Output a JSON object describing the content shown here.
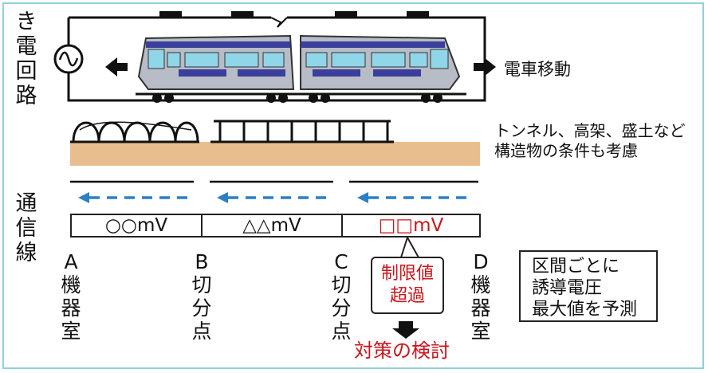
{
  "labels": {
    "circuit": "き電回路",
    "motion": "電車移動",
    "structures": [
      "トンネル、高架、盛土など",
      "構造物の条件も考慮"
    ],
    "comm_line": "通信線",
    "voltages": [
      "○○mV",
      "△△mV",
      "□□mV"
    ],
    "tap_a": [
      "A",
      "機",
      "器",
      "室"
    ],
    "tap_b": [
      "B",
      "切",
      "分",
      "点"
    ],
    "tap_c": [
      "C",
      "切",
      "分",
      "点"
    ],
    "tap_d": [
      "D",
      "機",
      "器",
      "室"
    ],
    "callout": [
      "制限値",
      "超過"
    ],
    "countermeasure": "対策の検討",
    "note": [
      "区間ごとに",
      "誘導電圧",
      "最大値を予測"
    ]
  },
  "colors": {
    "frame": "#8fd0dc",
    "train_body": "#b8bcc6",
    "train_stripe": "#3b3f9c",
    "train_window": "#8fd6e8",
    "ground": "#e9be8f",
    "dashed_arrow": "#2d7fc4",
    "alert": "#c8161d"
  },
  "icons": [
    "ac-source-icon",
    "left-arrow-icon",
    "right-arrow-icon",
    "down-arrow-icon",
    "train-icon",
    "tunnel-icon",
    "viaduct-icon"
  ]
}
